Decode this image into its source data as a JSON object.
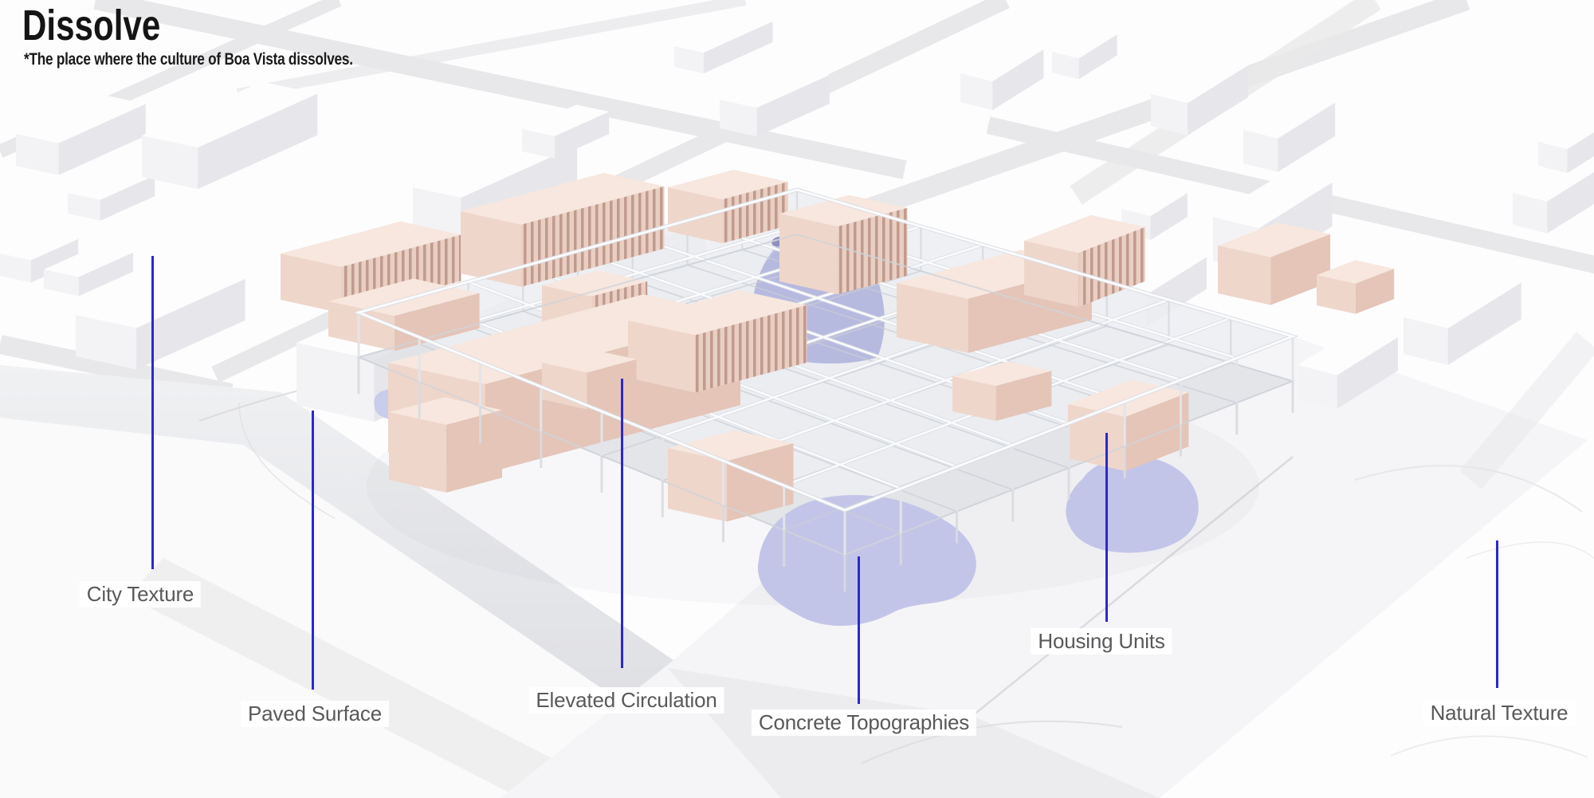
{
  "header": {
    "title": "Dissolve",
    "subtitle": "*The place where the culture of Boa Vista dissolves."
  },
  "annotations": [
    {
      "id": "city-texture",
      "label": "City Texture"
    },
    {
      "id": "paved-surface",
      "label": "Paved Surface"
    },
    {
      "id": "elevated-circulation",
      "label": "Elevated Circulation"
    },
    {
      "id": "concrete-topographies",
      "label": "Concrete Topographies"
    },
    {
      "id": "housing-units",
      "label": "Housing Units"
    },
    {
      "id": "natural-texture",
      "label": "Natural Texture"
    }
  ],
  "palette": {
    "annotation_line": "#2b28d0",
    "label_text": "#59595b",
    "title_text": "#151515",
    "housing_pink": "#f0d7cb",
    "topography_purple": "#c3c5e8",
    "frame_white": "#f5f6f8",
    "road_gray": "#e8e8ea",
    "ground_white": "#fdfdfe"
  }
}
